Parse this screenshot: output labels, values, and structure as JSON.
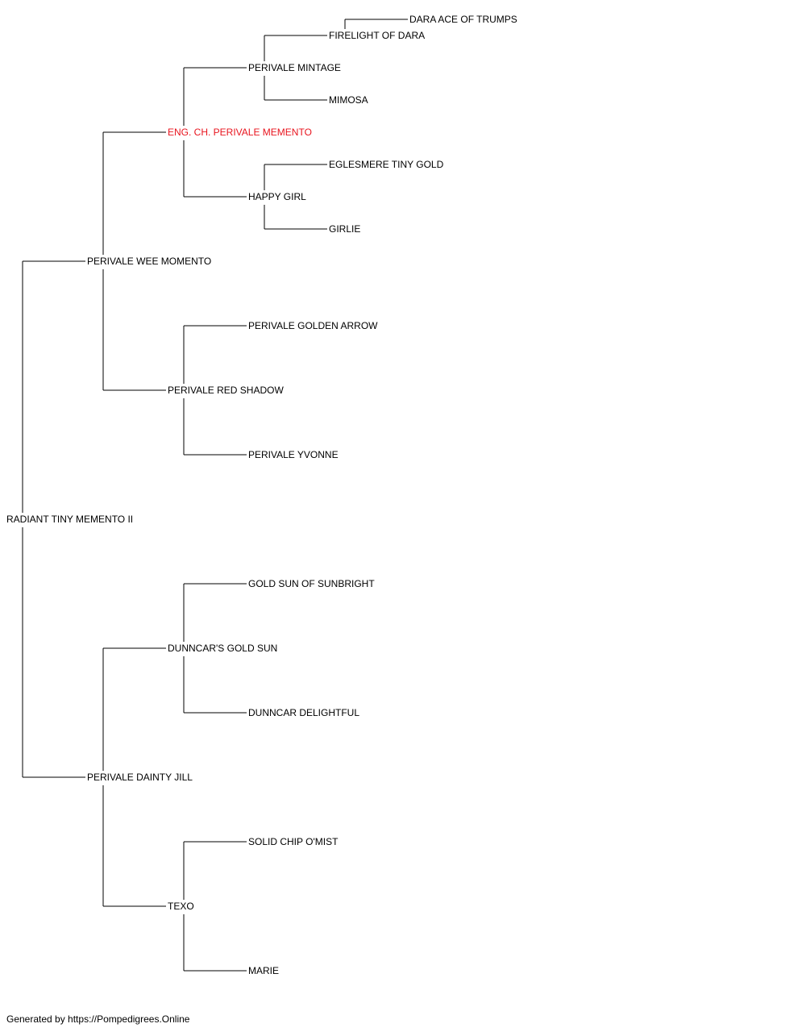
{
  "highlight_color": "#e8141e",
  "line_color": "#000000",
  "footer": "Generated by https://Pompedigrees.Online",
  "tree": {
    "name": "RADIANT TINY MEMENTO II",
    "parents": [
      {
        "name": "PERIVALE WEE MOMENTO",
        "parents": [
          {
            "name": "ENG. CH. PERIVALE MEMENTO",
            "highlight": true,
            "parents": [
              {
                "name": "PERIVALE MINTAGE",
                "parents": [
                  {
                    "name": "FIRELIGHT OF DARA",
                    "parents": [
                      {
                        "name": "DARA ACE OF TRUMPS"
                      }
                    ]
                  },
                  {
                    "name": "MIMOSA"
                  }
                ]
              },
              {
                "name": "HAPPY GIRL",
                "parents": [
                  {
                    "name": "EGLESMERE TINY GOLD"
                  },
                  {
                    "name": "GIRLIE"
                  }
                ]
              }
            ]
          },
          {
            "name": "PERIVALE RED SHADOW",
            "parents": [
              {
                "name": "PERIVALE GOLDEN ARROW"
              },
              {
                "name": "PERIVALE YVONNE"
              }
            ]
          }
        ]
      },
      {
        "name": "PERIVALE DAINTY JILL",
        "parents": [
          {
            "name": "DUNNCAR'S GOLD SUN",
            "parents": [
              {
                "name": "GOLD SUN OF SUNBRIGHT"
              },
              {
                "name": "DUNNCAR DELIGHTFUL"
              }
            ]
          },
          {
            "name": "TEXO",
            "parents": [
              {
                "name": "SOLID CHIP O'MIST"
              },
              {
                "name": "MARIE"
              }
            ]
          }
        ]
      }
    ]
  }
}
